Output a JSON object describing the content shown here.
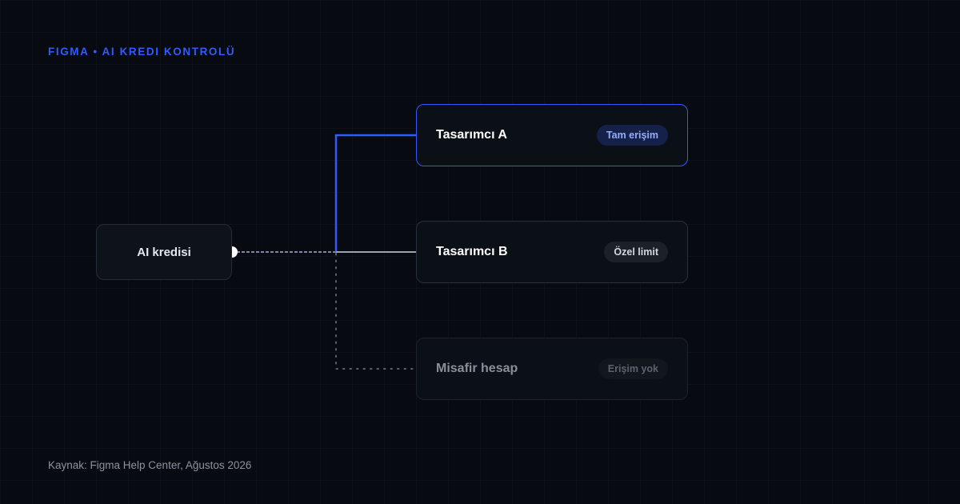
{
  "header": {
    "eyebrow": "FIGMA • AI KREDI KONTROLÜ"
  },
  "diagram": {
    "source": {
      "label": "AI kredisi"
    },
    "targets": [
      {
        "label": "Tasarımcı A",
        "badge": "Tam erişim",
        "status": "full",
        "connector": "solid",
        "color": "#2f5bff"
      },
      {
        "label": "Tasarımcı B",
        "badge": "Özel limit",
        "status": "custom",
        "connector": "solid",
        "color": "#9aa3b2"
      },
      {
        "label": "Misafir hesap",
        "badge": "Erişim yok",
        "status": "none",
        "connector": "dotted",
        "color": "#5a6170"
      }
    ]
  },
  "footer": {
    "source_note": "Kaynak: Figma Help Center, Ağustos 2026"
  },
  "colors": {
    "background": "#070a10",
    "accent": "#2f5bff"
  }
}
